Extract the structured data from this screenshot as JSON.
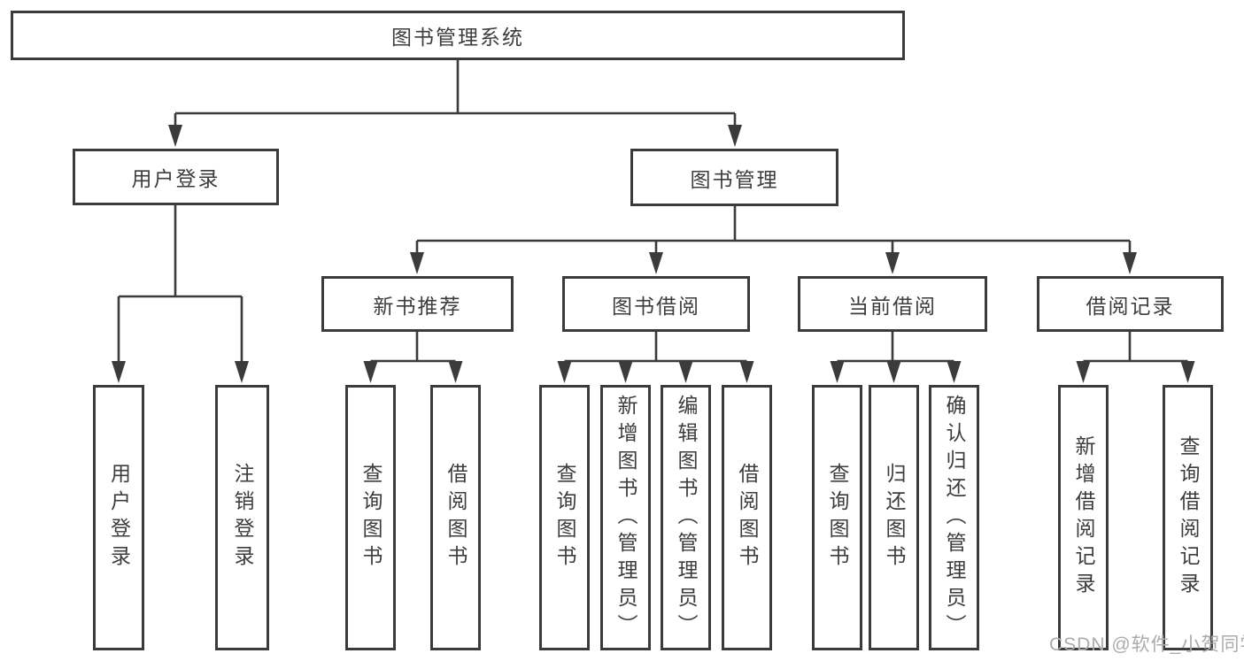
{
  "diagram": {
    "root": {
      "label": "图书管理系统"
    },
    "level2": [
      {
        "label": "用户登录"
      },
      {
        "label": "图书管理"
      }
    ],
    "level3": [
      {
        "label": "新书推荐"
      },
      {
        "label": "图书借阅"
      },
      {
        "label": "当前借阅"
      },
      {
        "label": "借阅记录"
      }
    ],
    "leaves": [
      {
        "label": "用户登录"
      },
      {
        "label": "注销登录"
      },
      {
        "label": "查询图书"
      },
      {
        "label": "借阅图书"
      },
      {
        "label": "查询图书"
      },
      {
        "label": "新增图书（管理员）"
      },
      {
        "label": "编辑图书（管理员）"
      },
      {
        "label": "借阅图书"
      },
      {
        "label": "查询图书"
      },
      {
        "label": "归还图书"
      },
      {
        "label": "确认归还（管理员）"
      },
      {
        "label": "新增借阅记录"
      },
      {
        "label": "查询借阅记录"
      }
    ],
    "colors": {
      "line": "#3b3b3b",
      "box_border": "#3b3b3b",
      "text": "#3d3d3d",
      "watermark": "#ababab"
    }
  },
  "watermark": {
    "text": "CSDN @软件_小贺同学"
  }
}
